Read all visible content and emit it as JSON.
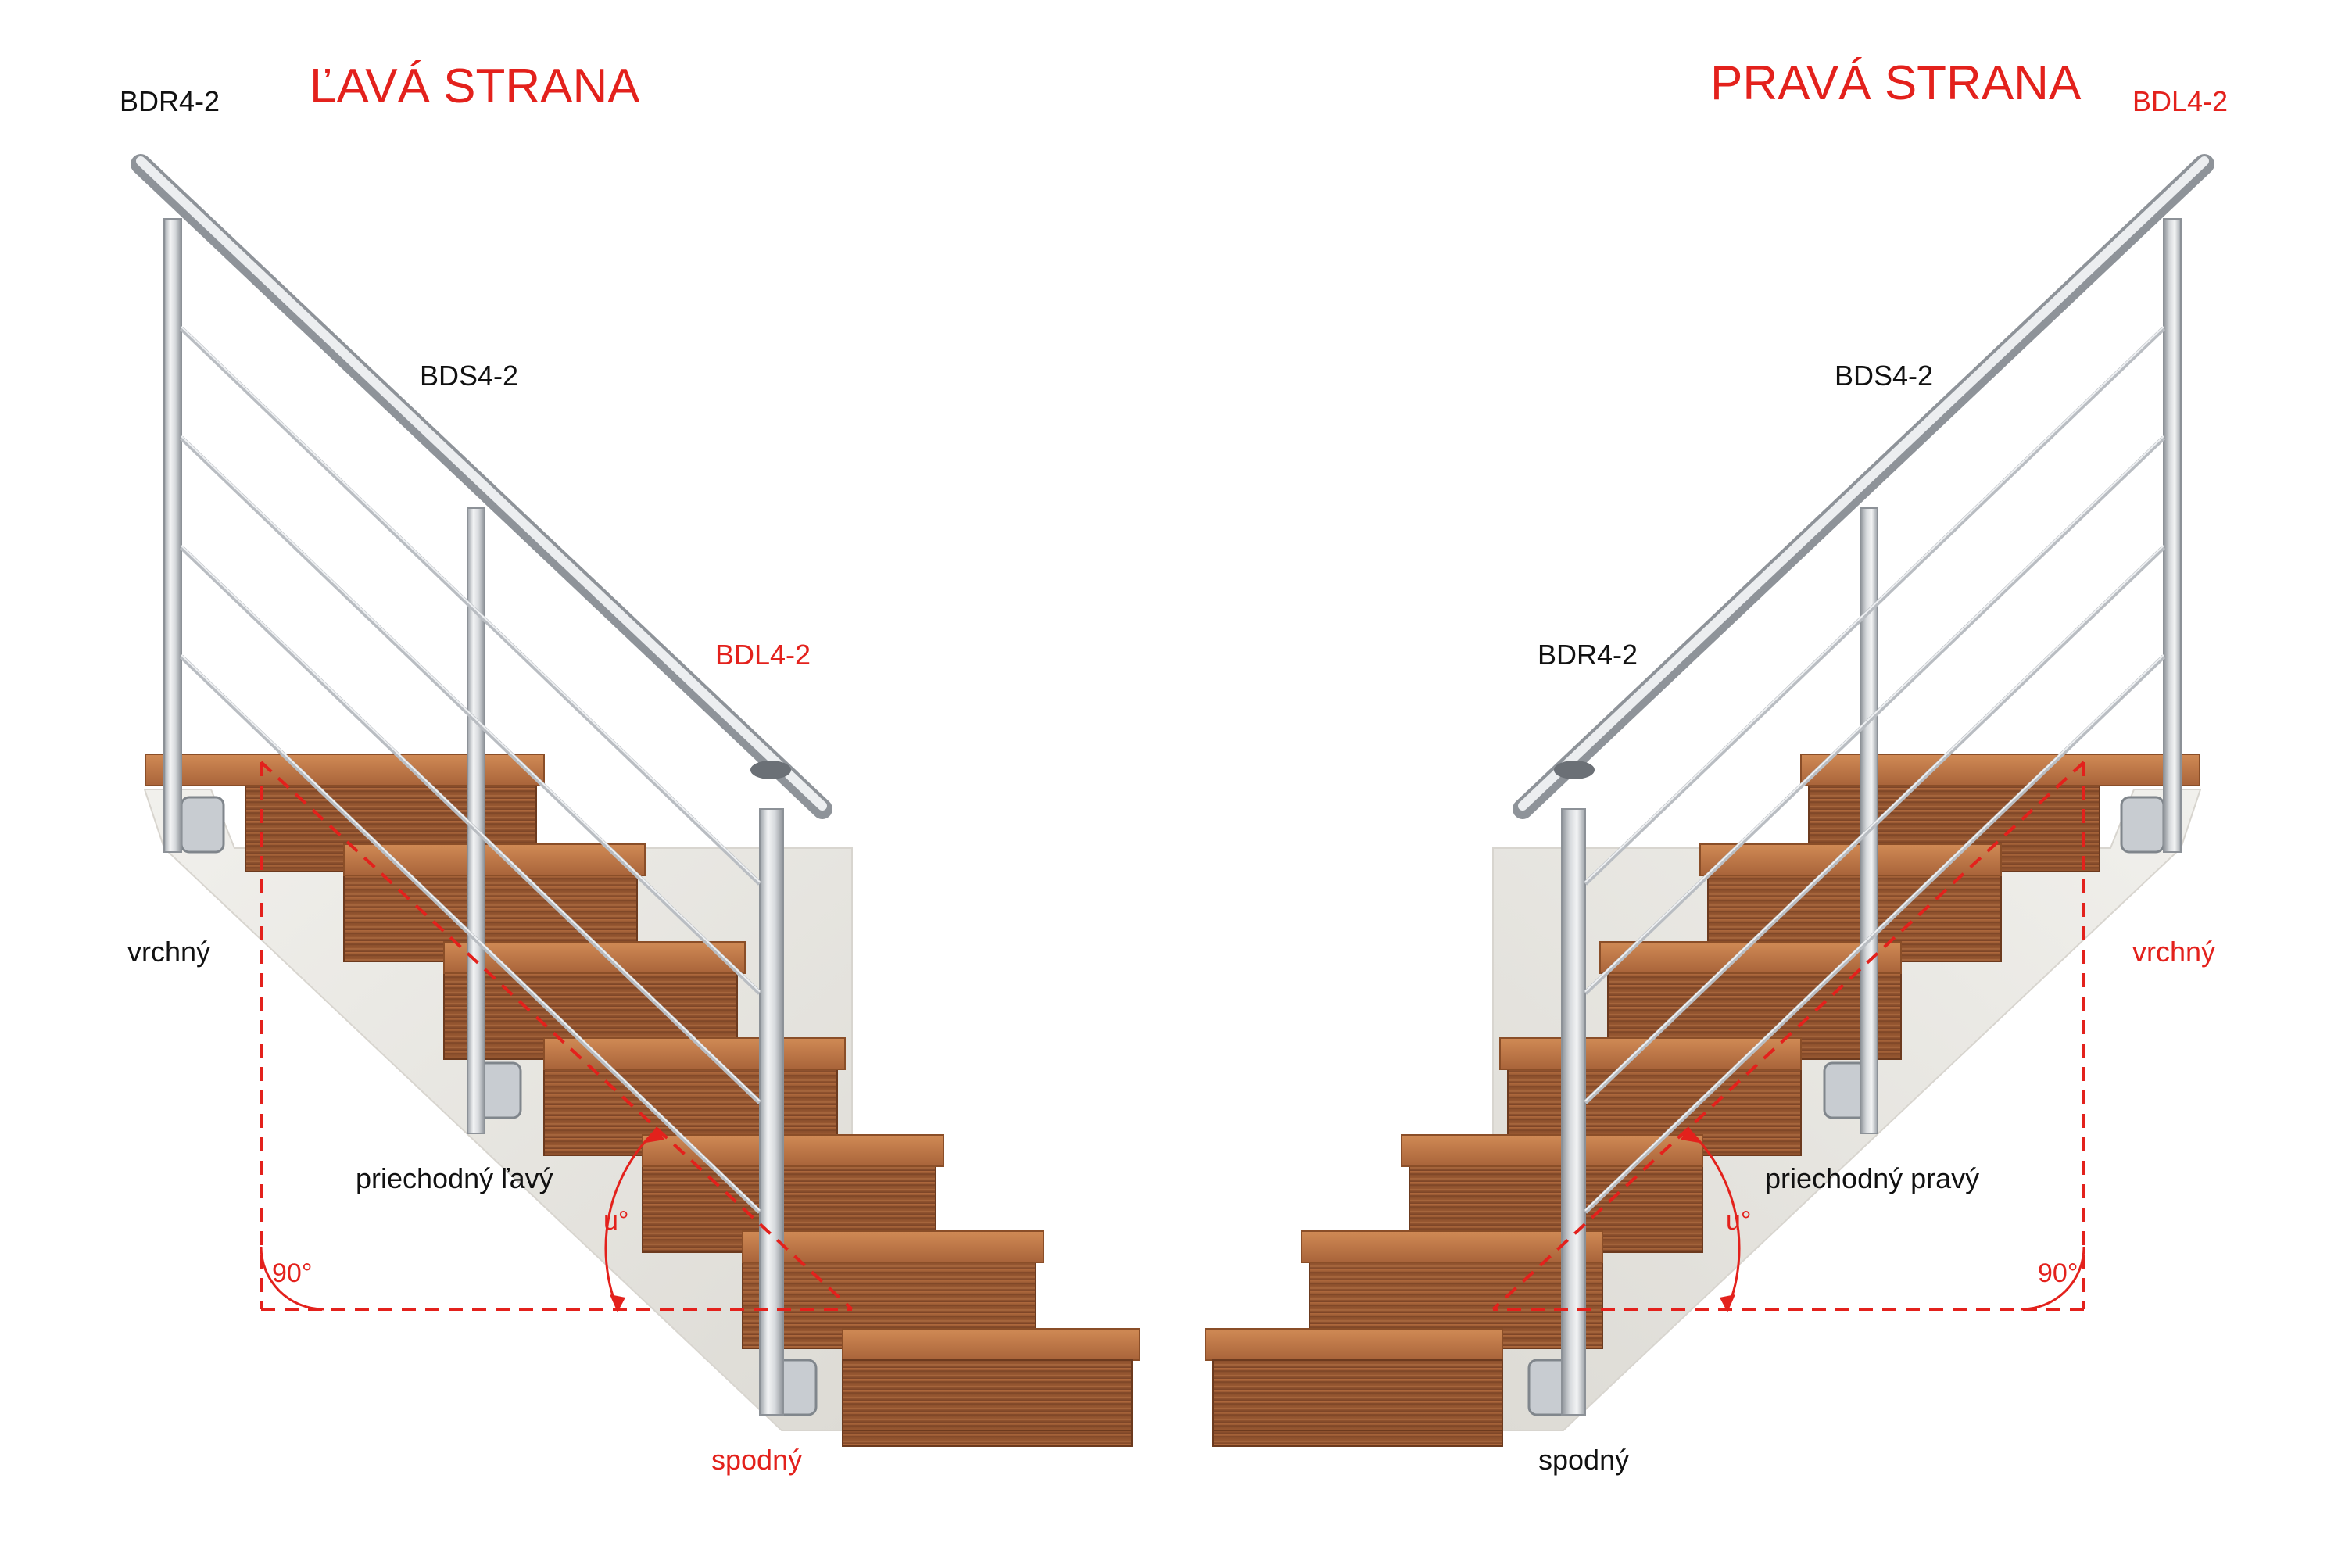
{
  "left": {
    "title": "ĽAVÁ STRANA",
    "top_post_code": "BDR4-2",
    "middle_post_code": "BDS4-2",
    "bottom_post_code": "BDL4-2",
    "label_top": "vrchný",
    "label_mid": "priechodný ľavý",
    "label_bottom": "spodný",
    "angle_right": "90°",
    "angle_slope": "u°"
  },
  "right": {
    "title": "PRAVÁ STRANA",
    "top_post_code": "BDL4-2",
    "middle_post_code": "BDS4-2",
    "bottom_post_code": "BDR4-2",
    "label_top": "vrchný",
    "label_mid": "priechodný pravý",
    "label_bottom": "spodný",
    "angle_right": "90°",
    "angle_slope": "u°"
  },
  "colors": {
    "highlight": "#e3211c",
    "text": "#111111",
    "wood": "#8e5230",
    "stringer": "#e9e7e2",
    "steel": "#c9ccd0"
  }
}
